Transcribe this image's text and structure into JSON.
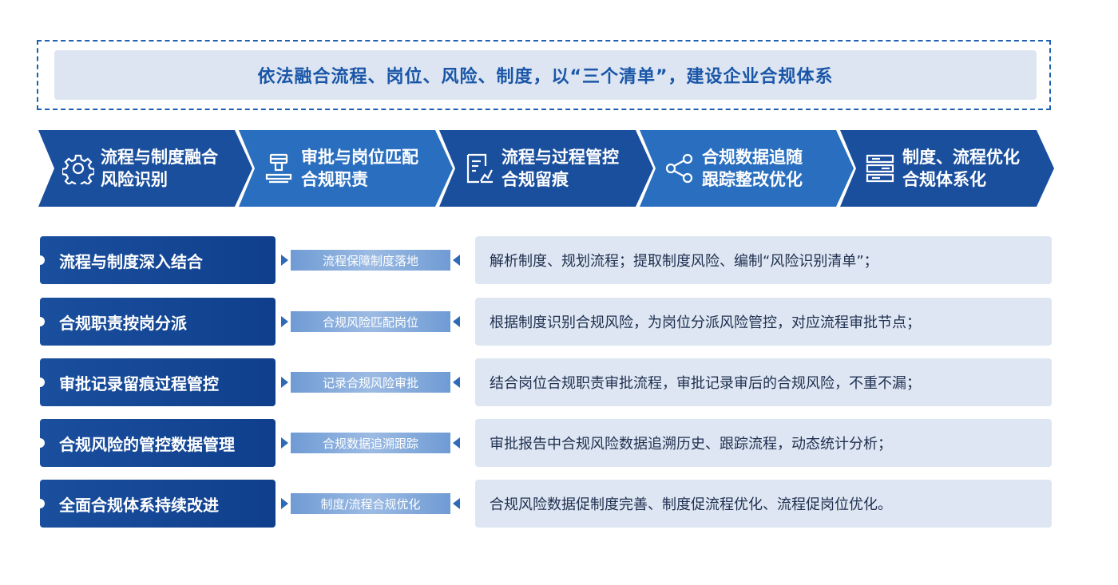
{
  "banner": {
    "title": "依法融合流程、岗位、风险、制度，以“三个清单”，建设企业合规体系"
  },
  "steps": [
    {
      "line1": "流程与制度融合",
      "line2": "风险识别",
      "icon": "gear-icon",
      "color": "#1a4f9e"
    },
    {
      "line1": "审批与岗位匹配",
      "line2": "合规职责",
      "icon": "stamp-icon",
      "color": "#2a6fbf"
    },
    {
      "line1": "流程与过程管控",
      "line2": "合规留痕",
      "icon": "document-chart-icon",
      "color": "#1a4f9e"
    },
    {
      "line1": "合规数据追随",
      "line2": "跟踪整改优化",
      "icon": "share-nodes-icon",
      "color": "#2a6fbf"
    },
    {
      "line1": "制度、流程优化",
      "line2": "合规体系化",
      "icon": "stack-icon",
      "color": "#1a4f9e"
    }
  ],
  "rows": [
    {
      "title": "流程与制度深入结合",
      "tag": "流程保障制度落地",
      "desc": "解析制度、规划流程；提取制度风险、编制“风险识别清单”；"
    },
    {
      "title": "合规职责按岗分派",
      "tag": "合规风险匹配岗位",
      "desc": "根据制度识别合规风险，为岗位分派风险管控，对应流程审批节点；"
    },
    {
      "title": "审批记录留痕过程管控",
      "tag": "记录合规风险审批",
      "desc": "结合岗位合规职责审批流程，审批记录审后的合规风险，不重不漏；"
    },
    {
      "title": "合规风险的管控数据管理",
      "tag": "合规数据追溯跟踪",
      "desc": "审批报告中合规风险数据追溯历史、跟踪流程，动态统计分析；"
    },
    {
      "title": "全面合规体系持续改进",
      "tag": "制度/流程合规优化",
      "desc": "合规风险数据促制度完善、制度促流程优化、流程促岗位优化。"
    }
  ]
}
